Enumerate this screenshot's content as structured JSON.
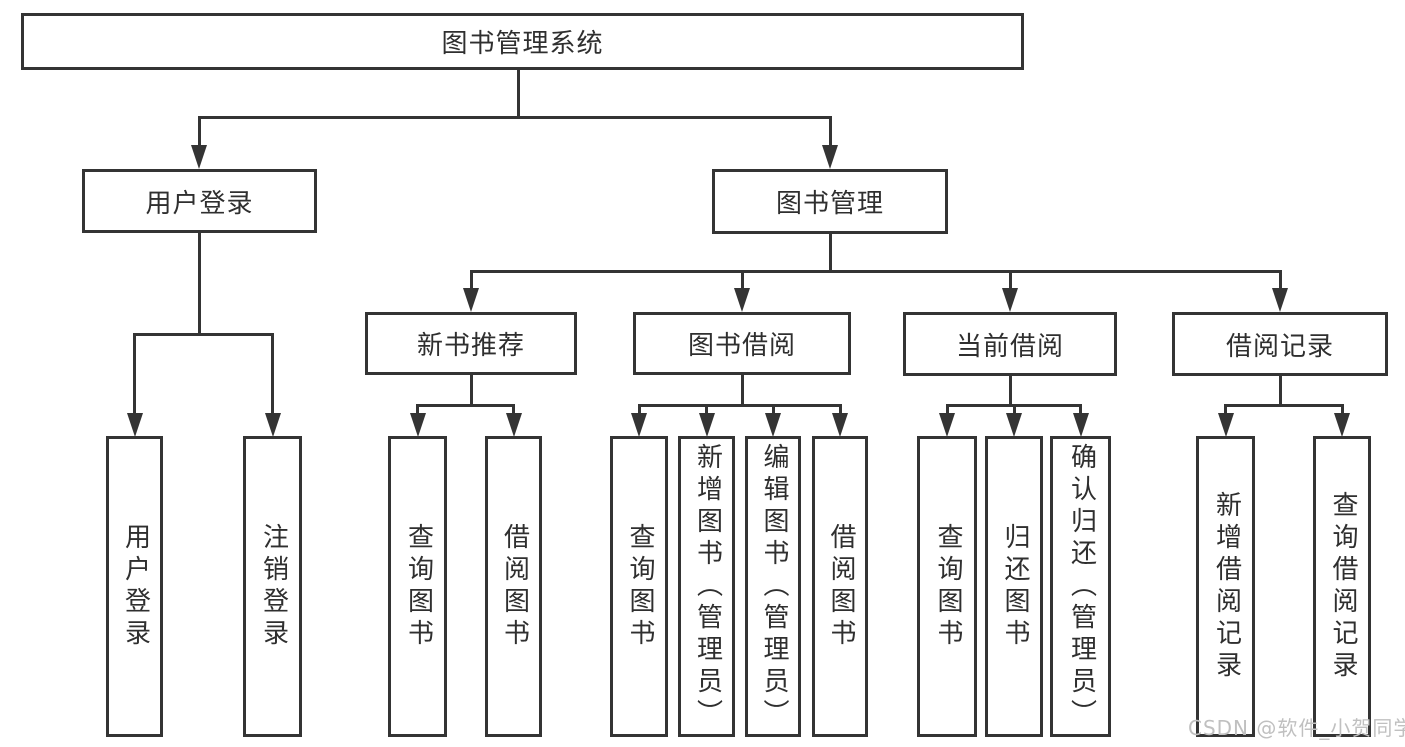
{
  "diagram": {
    "root": {
      "label": "图书管理系统"
    },
    "level2": [
      {
        "label": "用户登录",
        "children": [
          {
            "label": "用户登录"
          },
          {
            "label": "注销登录"
          }
        ]
      },
      {
        "label": "图书管理",
        "children": [
          {
            "label": "新书推荐",
            "children": [
              {
                "label": "查询图书"
              },
              {
                "label": "借阅图书"
              }
            ]
          },
          {
            "label": "图书借阅",
            "children": [
              {
                "label": "查询图书"
              },
              {
                "label": "新增图书（管理员）"
              },
              {
                "label": "编辑图书（管理员）"
              },
              {
                "label": "借阅图书"
              }
            ]
          },
          {
            "label": "当前借阅",
            "children": [
              {
                "label": "查询图书"
              },
              {
                "label": "归还图书"
              },
              {
                "label": "确认归还（管理员）"
              }
            ]
          },
          {
            "label": "借阅记录",
            "children": [
              {
                "label": "新增借阅记录"
              },
              {
                "label": "查询借阅记录"
              }
            ]
          }
        ]
      }
    ]
  },
  "watermark": {
    "text": "CSDN @软件_小贺同学"
  },
  "colors": {
    "line": "#343434",
    "text": "#2f2f2f",
    "watermark": "#c0c0c0",
    "background": "#ffffff"
  }
}
